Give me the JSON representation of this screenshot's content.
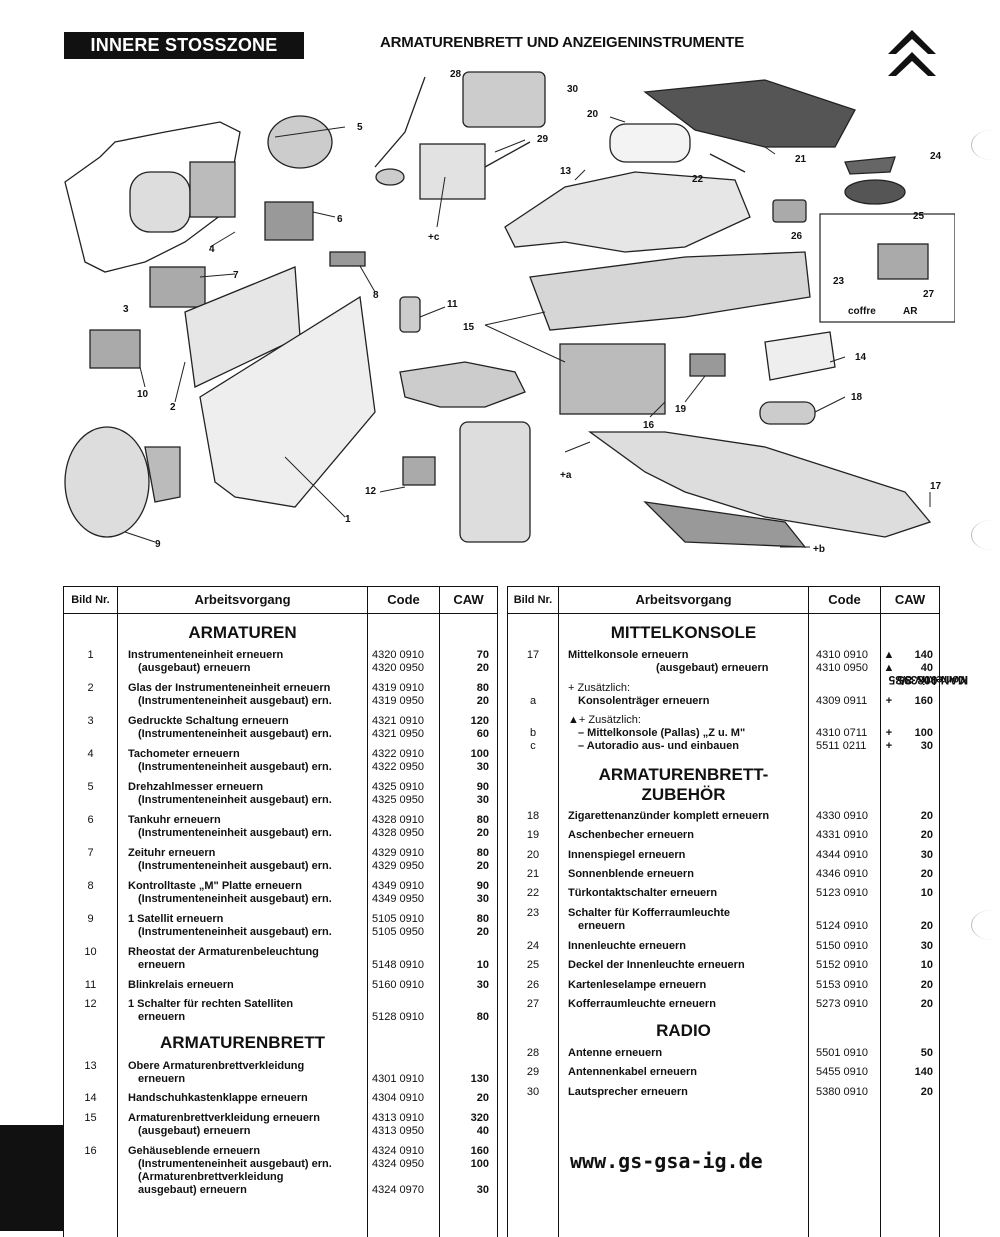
{
  "header": {
    "badge": "INNERE STOSSZONE",
    "title": "ARMATURENBRETT UND ANZEIGENINSTRUMENTE"
  },
  "diagram": {
    "callouts": [
      "1",
      "2",
      "3",
      "4",
      "5",
      "6",
      "7",
      "8",
      "9",
      "10",
      "11",
      "12",
      "13",
      "14",
      "15",
      "16",
      "17",
      "18",
      "19",
      "20",
      "21",
      "22",
      "23",
      "24",
      "25",
      "26",
      "27",
      "28",
      "29",
      "30",
      "+c",
      "+a",
      "+b"
    ],
    "coffre": "coffre",
    "ar": "AR"
  },
  "table_headers": {
    "bild": "Bild Nr.",
    "arbeit": "Arbeitsvorgang",
    "code": "Code",
    "caw": "CAW"
  },
  "left": {
    "sec_armaturen": "ARMATUREN",
    "sec_armaturenbrett": "ARMATURENBRETT",
    "rows": [
      {
        "num": "1",
        "desc": "Instrumenteneinheit erneuern",
        "desc2": "(ausgebaut) erneuern",
        "code": "4320 0910",
        "code2": "4320 0950",
        "caw": "70",
        "caw2": "20"
      },
      {
        "num": "2",
        "desc": "Glas der Instrumenteneinheit erneuern",
        "desc2": "(Instrumenteneinheit ausgebaut) ern.",
        "code": "4319 0910",
        "code2": "4319 0950",
        "caw": "80",
        "caw2": "20"
      },
      {
        "num": "3",
        "desc": "Gedruckte Schaltung erneuern",
        "desc2": "(Instrumenteneinheit ausgebaut) ern.",
        "code": "4321 0910",
        "code2": "4321 0950",
        "caw": "120",
        "caw2": "60"
      },
      {
        "num": "4",
        "desc": "Tachometer erneuern",
        "desc2": "(Instrumenteneinheit ausgebaut) ern.",
        "code": "4322 0910",
        "code2": "4322 0950",
        "caw": "100",
        "caw2": "30"
      },
      {
        "num": "5",
        "desc": "Drehzahlmesser erneuern",
        "desc2": "(Instrumenteneinheit ausgebaut) ern.",
        "code": "4325 0910",
        "code2": "4325 0950",
        "caw": "90",
        "caw2": "30"
      },
      {
        "num": "6",
        "desc": "Tankuhr erneuern",
        "desc2": "(Instrumenteneinheit ausgebaut) ern.",
        "code": "4328 0910",
        "code2": "4328 0950",
        "caw": "80",
        "caw2": "20"
      },
      {
        "num": "7",
        "desc": "Zeituhr erneuern",
        "desc2": "(Instrumenteneinheit ausgebaut) ern.",
        "code": "4329 0910",
        "code2": "4329 0950",
        "caw": "80",
        "caw2": "20"
      },
      {
        "num": "8",
        "desc": "Kontrolltaste „M\" Platte erneuern",
        "desc2": "(Instrumenteneinheit ausgebaut) ern.",
        "code": "4349 0910",
        "code2": "4349 0950",
        "caw": "90",
        "caw2": "30"
      },
      {
        "num": "9",
        "desc": "1 Satellit erneuern",
        "desc2": "(Instrumenteneinheit ausgebaut) ern.",
        "code": "5105 0910",
        "code2": "5105 0950",
        "caw": "80",
        "caw2": "20"
      },
      {
        "num": "10",
        "desc": "Rheostat der Armaturenbeleuchtung",
        "desc2": "erneuern",
        "code": "",
        "code2": "5148 0910",
        "caw": "",
        "caw2": "10"
      },
      {
        "num": "11",
        "desc": "Blinkrelais erneuern",
        "desc2": "",
        "code": "5160 0910",
        "code2": "",
        "caw": "30",
        "caw2": ""
      },
      {
        "num": "12",
        "desc": "1 Schalter für rechten Satelliten",
        "desc2": "erneuern",
        "code": "",
        "code2": "5128 0910",
        "caw": "",
        "caw2": "80"
      },
      {
        "num": "13",
        "desc": "Obere Armaturenbrettverkleidung",
        "desc2": "erneuern",
        "code": "",
        "code2": "4301 0910",
        "caw": "",
        "caw2": "130"
      },
      {
        "num": "14",
        "desc": "Handschuhkastenklappe erneuern",
        "desc2": "",
        "code": "4304 0910",
        "code2": "",
        "caw": "20",
        "caw2": ""
      },
      {
        "num": "15",
        "desc": "Armaturenbrettverkleidung erneuern",
        "desc2": "(ausgebaut) erneuern",
        "code": "4313 0910",
        "code2": "4313 0950",
        "caw": "320",
        "caw2": "40"
      },
      {
        "num": "16",
        "desc": "Gehäuseblende erneuern",
        "desc2": "(Instrumenteneinheit ausgebaut) ern.",
        "code": "4324 0910",
        "code2": "4324 0950",
        "caw": "160",
        "caw2": "100"
      }
    ],
    "row16_extra": {
      "desc3": "(Armaturenbrettverkleidung",
      "desc4": "ausgebaut) erneuern",
      "code4": "4324 0970",
      "caw4": "30"
    }
  },
  "right": {
    "sec_mittel": "MITTELKONSOLE",
    "sec_zub1": "ARMATURENBRETT-",
    "sec_zub2": "ZUBEHÖR",
    "sec_radio": "RADIO",
    "r17": {
      "num": "17",
      "desc": "Mittelkonsole erneuern",
      "desc2": "(ausgebaut) erneuern",
      "code": "4310 0910",
      "code2": "4310 0950",
      "mk": "▲",
      "mk2": "▲",
      "caw": "140",
      "caw2": "40"
    },
    "ra": {
      "plus": "+ Zusätzlich:",
      "num": "a",
      "desc": "Konsolenträger erneuern",
      "code": "4309 0911",
      "mk": "+",
      "caw": "160"
    },
    "rbc": {
      "plus": "▲+ Zusätzlich:",
      "num_b": "b",
      "num_c": "c",
      "desc_b": "– Mittelkonsole (Pallas) „Z u. M\"",
      "desc_c": "– Autoradio aus- und einbauen",
      "code_b": "4310 0711",
      "code_c": "5511 0211",
      "mk_b": "+",
      "mk_c": "+",
      "caw_b": "100",
      "caw_c": "30"
    },
    "rows": [
      {
        "num": "18",
        "desc": "Zigarettenanzünder komplett erneuern",
        "code": "4330 0910",
        "caw": "20"
      },
      {
        "num": "19",
        "desc": "Aschenbecher erneuern",
        "code": "4331 0910",
        "caw": "20"
      },
      {
        "num": "20",
        "desc": "Innenspiegel erneuern",
        "code": "4344 0910",
        "caw": "30"
      },
      {
        "num": "21",
        "desc": "Sonnenblende erneuern",
        "code": "4346 0910",
        "caw": "20"
      },
      {
        "num": "22",
        "desc": "Türkontaktschalter erneuern",
        "code": "5123 0910",
        "caw": "10"
      }
    ],
    "r23": {
      "num": "23",
      "desc": "Schalter für Kofferraumleuchte",
      "desc2": "erneuern",
      "code": "5124 0910",
      "caw": "20"
    },
    "rows2": [
      {
        "num": "24",
        "desc": "Innenleuchte erneuern",
        "code": "5150 0910",
        "caw": "30"
      },
      {
        "num": "25",
        "desc": "Deckel der Innenleuchte erneuern",
        "code": "5152 0910",
        "caw": "10"
      },
      {
        "num": "26",
        "desc": "Kartenleselampe erneuern",
        "code": "5153 0910",
        "caw": "20"
      },
      {
        "num": "27",
        "desc": "Kofferraumleuchte erneuern",
        "code": "5273 0910",
        "caw": "20"
      }
    ],
    "radio_rows": [
      {
        "num": "28",
        "desc": "Antenne erneuern",
        "code": "5501 0910",
        "caw": "50"
      },
      {
        "num": "29",
        "desc": "Antennenkabel erneuern",
        "code": "5455 0910",
        "caw": "140"
      },
      {
        "num": "30",
        "desc": "Lautsprecher erneuern",
        "code": "5380 0910",
        "caw": "20"
      }
    ]
  },
  "url": "www.gs-gsa-ig.de",
  "sidenote": {
    "line1": "Korrektiv 8/85",
    "line2": "MAN 008395"
  }
}
